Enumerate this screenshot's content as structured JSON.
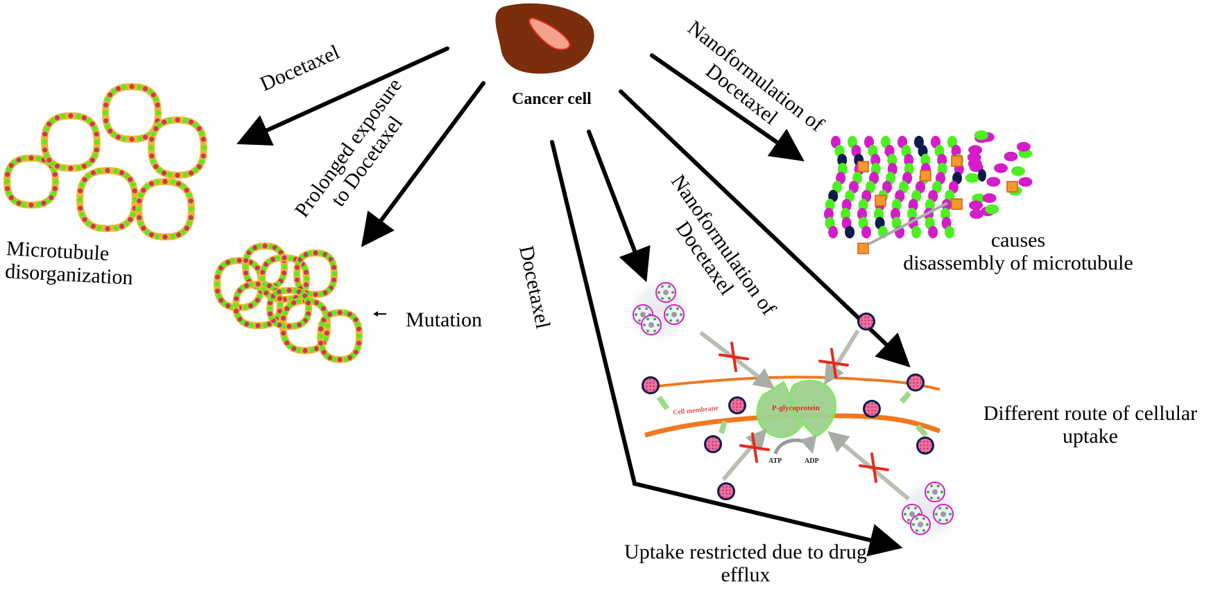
{
  "figure": {
    "center_node": {
      "label": "Cancer cell",
      "icon": "cancer-cell-icon"
    },
    "labels": {
      "docetaxel_left": "Docetaxel",
      "prolonged_line1": "Prolonged exposure",
      "prolonged_line2": "to Docetaxel",
      "microtubule_line1": "Microtubule",
      "microtubule_line2": "disorganization",
      "mutation": "Mutation",
      "docetaxel_down": "Docetaxel",
      "nano_mid_line1": "Nanoformulation of",
      "nano_mid_line2": "Docetaxel",
      "nano_top_line1": "Nanoformulation of",
      "nano_top_line2": "Docetaxel",
      "disassembly_line1": "causes",
      "disassembly_line2": "disassembly  of microtubule",
      "different_route_line1": "Different route of cellular",
      "different_route_line2": "uptake",
      "efflux_line1": "Uptake restricted due to drug",
      "efflux_line2": "efflux"
    },
    "inset": {
      "cell_membrane": "Cell membrane",
      "pgp": "P-glycoprotein",
      "atp": "ATP",
      "adp": "ADP"
    },
    "colors": {
      "cell_body": "#7a2e0c",
      "cell_nucleus": "#f4a38c",
      "tubulin_green": "#4cf020",
      "tubulin_red": "#c23a5c",
      "tubulin_outline": "#f2b430",
      "magenta": "#d31dc8",
      "navy": "#0e1c4a",
      "orange_square": "#f39a2b",
      "membrane": "#f07820",
      "pgp_fill": "#9fd18e",
      "pgp_stroke": "#6ef04a",
      "cross": "#e8281e",
      "grey_arrow": "#b8beb4"
    }
  }
}
